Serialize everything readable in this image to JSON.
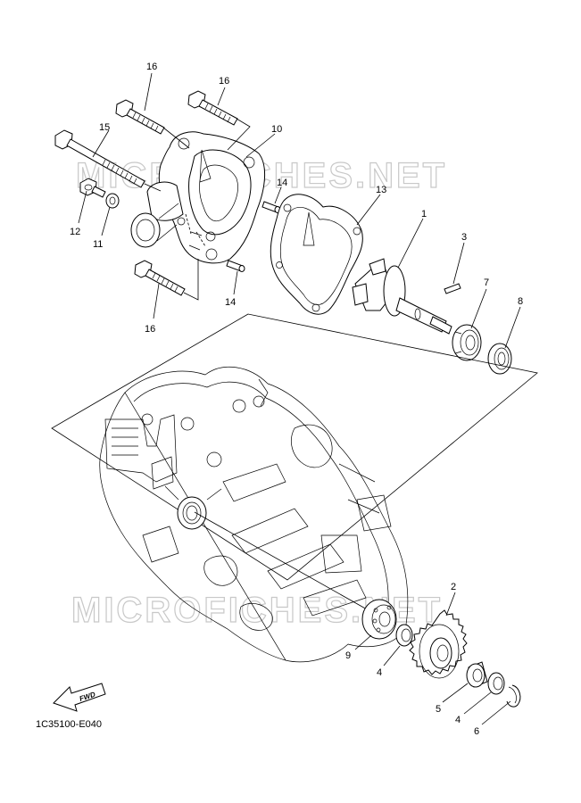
{
  "diagram_code": "1C35100-E040",
  "fwd_label": "FWD",
  "watermarks": [
    "MICROFICHES.NET",
    "MICROFICHES.NET"
  ],
  "callouts": [
    {
      "id": "c16a",
      "label": "16"
    },
    {
      "id": "c16b",
      "label": "16"
    },
    {
      "id": "c15",
      "label": "15"
    },
    {
      "id": "c10",
      "label": "10"
    },
    {
      "id": "c14a",
      "label": "14"
    },
    {
      "id": "c13",
      "label": "13"
    },
    {
      "id": "c1",
      "label": "1"
    },
    {
      "id": "c3",
      "label": "3"
    },
    {
      "id": "c12",
      "label": "12"
    },
    {
      "id": "c11",
      "label": "11"
    },
    {
      "id": "c7",
      "label": "7"
    },
    {
      "id": "c8",
      "label": "8"
    },
    {
      "id": "c14b",
      "label": "14"
    },
    {
      "id": "c16c",
      "label": "16"
    },
    {
      "id": "c2",
      "label": "2"
    },
    {
      "id": "c9",
      "label": "9"
    },
    {
      "id": "c4a",
      "label": "4"
    },
    {
      "id": "c5",
      "label": "5"
    },
    {
      "id": "c4b",
      "label": "4"
    },
    {
      "id": "c6",
      "label": "6"
    }
  ]
}
